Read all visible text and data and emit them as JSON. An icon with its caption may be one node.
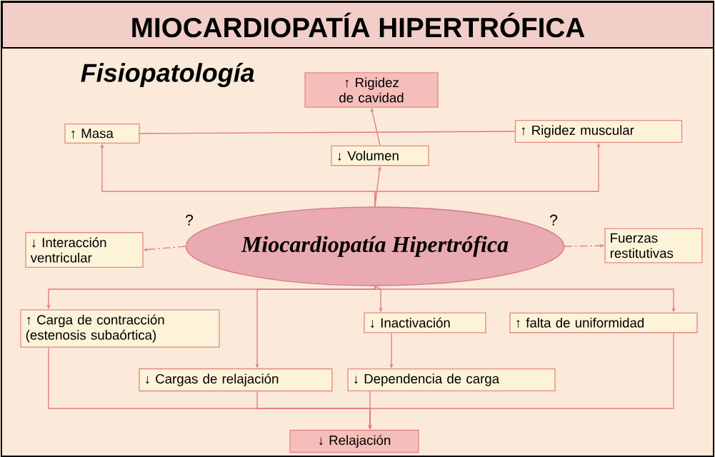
{
  "diagram": {
    "title": "MIOCARDIOPATÍA HIPERTRÓFICA",
    "nodes": [
      {
        "text": [
          "↑ Rigidez de cavidad"
        ]
      },
      {
        "text": [
          "↑ Masa"
        ]
      },
      {
        "text": [
          "↓ Volumen"
        ]
      },
      {
        "text": [
          "↑ Rigidez muscular"
        ]
      },
      {
        "text": [
          "Miocardiopatía Hipertrófica"
        ]
      },
      {
        "text": [
          "↓ Interacción ventricular"
        ]
      },
      {
        "text": [
          "Fuerzas restitutivas"
        ]
      },
      {
        "text": [
          "↑ Carga de contracción (estenosis subaórtica)"
        ]
      },
      {
        "text": [
          "↓ Inactivación"
        ]
      },
      {
        "text": [
          "↑ falta de uniformidad"
        ]
      },
      {
        "text": [
          "↓ Cargas de relajación"
        ]
      },
      {
        "text": [
          "↓ Dependencia de carga"
        ]
      },
      {
        "text": [
          "↓ Relajación"
        ]
      }
    ],
    "edges": [
      {
        "from": 4,
        "to": 1,
        "arrow": "to"
      },
      {
        "from": 4,
        "to": 2,
        "arrow": "to"
      },
      {
        "from": 4,
        "to": 3,
        "arrow": "to"
      },
      {
        "from": 2,
        "to": 0,
        "arrow": "to"
      },
      {
        "from": 1,
        "to": 3,
        "arrow": "none"
      },
      {
        "from": 4,
        "to": 5,
        "arrow": "to",
        "style": "dashed",
        "label": "?"
      },
      {
        "from": 4,
        "to": 6,
        "arrow": "to",
        "style": "dashed",
        "label": "?"
      },
      {
        "from": 4,
        "to": 7,
        "arrow": "to"
      },
      {
        "from": 4,
        "to": 10,
        "arrow": "to"
      },
      {
        "from": 4,
        "to": 8,
        "arrow": "to"
      },
      {
        "from": 4,
        "to": 9,
        "arrow": "to"
      },
      {
        "from": 8,
        "to": 11,
        "arrow": "to"
      },
      {
        "from": 7,
        "to": 12,
        "arrow": "to"
      },
      {
        "from": 10,
        "to": 12,
        "arrow": "to"
      },
      {
        "from": 11,
        "to": 12,
        "arrow": "to"
      },
      {
        "from": 9,
        "to": 12,
        "arrow": "to"
      }
    ],
    "labels": [
      "Fisiopatología"
    ]
  }
}
